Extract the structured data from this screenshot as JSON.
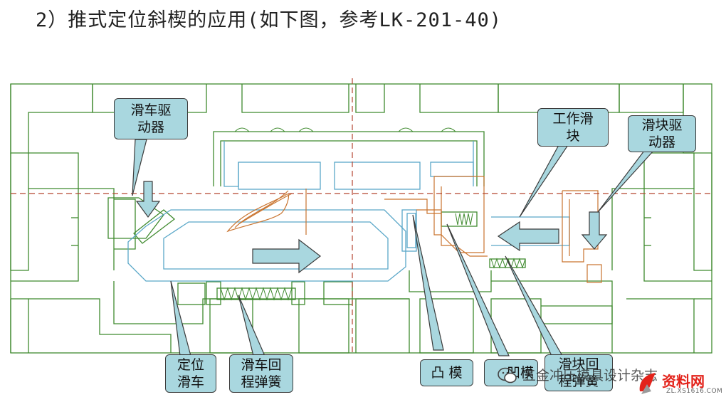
{
  "title": "2）推式定位斜楔的应用(如下图，参考LK-201-40)",
  "labels": {
    "slide_driver": [
      "滑车驱",
      "动器"
    ],
    "work_slider": [
      "工作滑",
      "块"
    ],
    "slider_driver": [
      "滑块驱",
      "动器"
    ],
    "positioning_slide": [
      "定位",
      "滑车"
    ],
    "slide_return_spring": [
      "滑车回",
      "程弹簧"
    ],
    "punch": "凸 模",
    "die": "凹模",
    "slider_return_spring": [
      "滑块回",
      "程弹簧"
    ]
  },
  "watermark": "五金冲压模具设计杂志",
  "logo": {
    "text": "资料网",
    "url": "ZL.XS1616.COM"
  },
  "colors": {
    "callout_fill": "#a9d7df",
    "green_line": "#3f8a2e",
    "blue_line": "#5aa7c8",
    "orange_line": "#c9732e",
    "centerline": "#b5432e"
  }
}
